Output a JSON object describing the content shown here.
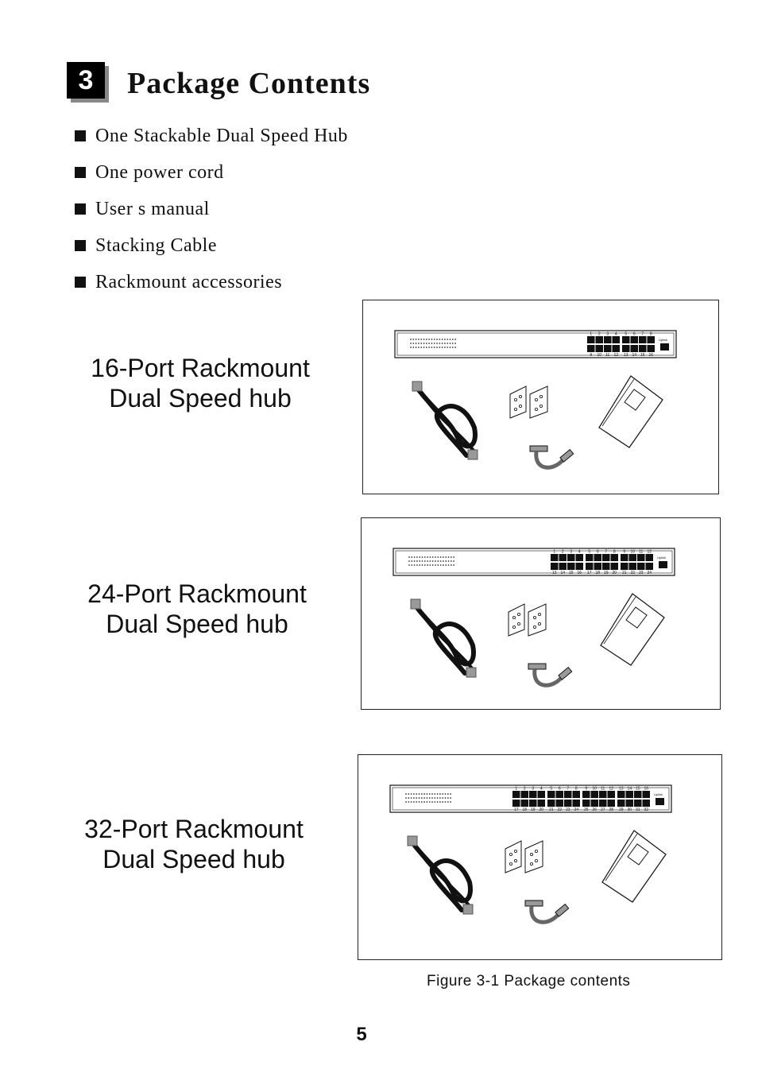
{
  "section": {
    "number": "3",
    "title": "Package Contents"
  },
  "contents_list": [
    "One Stackable Dual Speed Hub",
    "One power cord",
    "User s manual",
    "Stacking Cable",
    "Rackmount accessories"
  ],
  "models": [
    {
      "line1": "16-Port Rackmount",
      "line2": "Dual Speed hub",
      "ports_top": [
        "1",
        "2",
        "3",
        "4",
        "5",
        "6",
        "7",
        "8"
      ],
      "ports_bottom": [
        "9",
        "10",
        "11",
        "12",
        "13",
        "14",
        "15",
        "16"
      ],
      "uplink": "Uplink"
    },
    {
      "line1": "24-Port Rackmount",
      "line2": "Dual Speed hub",
      "ports_top": [
        "1",
        "2",
        "3",
        "4",
        "5",
        "6",
        "7",
        "8",
        "9",
        "10",
        "11",
        "12"
      ],
      "ports_bottom": [
        "13",
        "14",
        "15",
        "16",
        "17",
        "18",
        "19",
        "20",
        "21",
        "22",
        "23",
        "24"
      ],
      "uplink": "Uplink"
    },
    {
      "line1": "32-Port Rackmount",
      "line2": "Dual Speed hub",
      "ports_top": [
        "1",
        "2",
        "3",
        "4",
        "5",
        "6",
        "7",
        "8",
        "9",
        "10",
        "11",
        "12",
        "13",
        "14",
        "15",
        "16"
      ],
      "ports_bottom": [
        "17",
        "18",
        "19",
        "20",
        "21",
        "22",
        "23",
        "24",
        "25",
        "26",
        "27",
        "28",
        "29",
        "30",
        "31",
        "32"
      ],
      "uplink": "Uplink"
    }
  ],
  "figure_caption": "Figure 3-1  Package contents",
  "page_number": "5"
}
